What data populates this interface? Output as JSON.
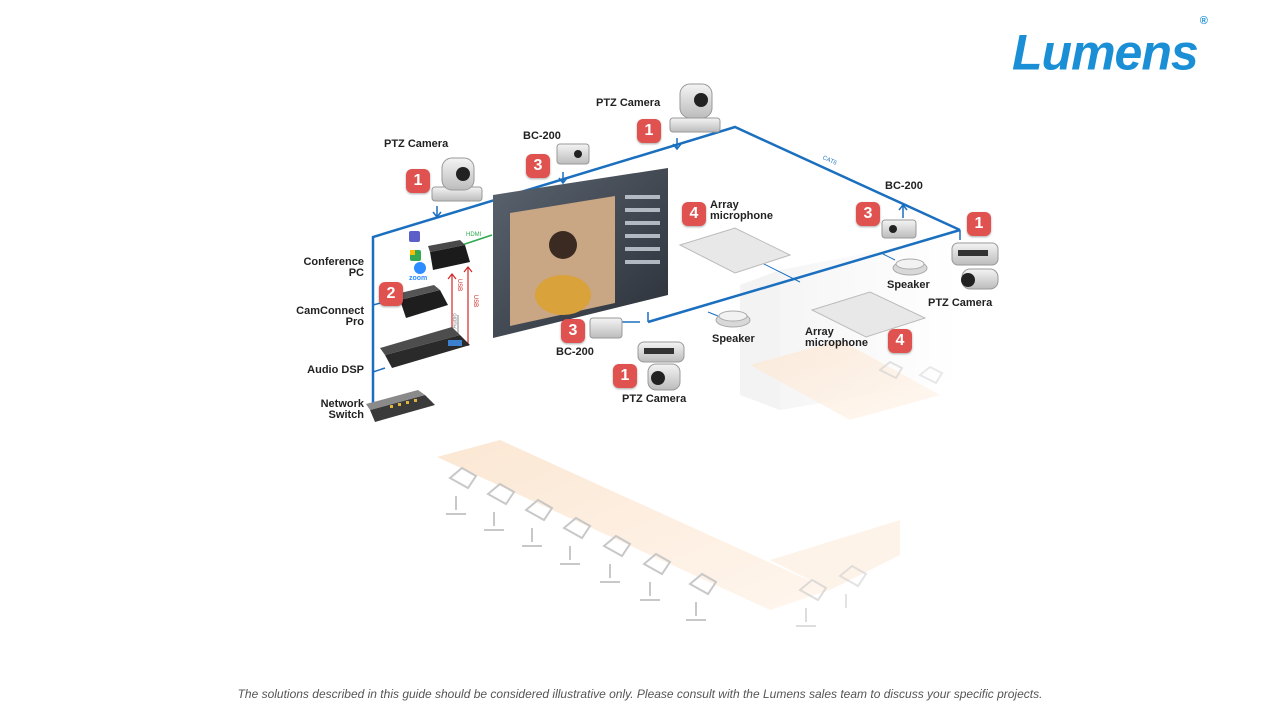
{
  "brand": {
    "name": "Lumens",
    "trademark": "®",
    "color": "#1a8fd6"
  },
  "colors": {
    "cable_network": "#1b6fbf",
    "cable_usb": "#d42525",
    "cable_hdmi": "#2fa84f",
    "badge": "#e0524f"
  },
  "labels": {
    "ptz_camera_left": "PTZ Camera",
    "ptz_camera_top": "PTZ Camera",
    "ptz_camera_right": "PTZ Camera",
    "ptz_camera_bottom": "PTZ Camera",
    "bc200_top": "BC-200",
    "bc200_right": "BC-200",
    "bc200_bottom": "BC-200",
    "array_mic_top": "Array\nmicrophone",
    "array_mic_bottom": "Array\nmicrophone",
    "speaker_right": "Speaker",
    "speaker_middle": "Speaker",
    "conference_pc": "Conference\nPC",
    "camconnect_pro": "CamConnect\nPro",
    "audio_dsp": "Audio DSP",
    "network_switch": "Network\nSwitch"
  },
  "badges": {
    "ptz": "1",
    "camconnect": "2",
    "bc200": "3",
    "array_mic": "4"
  },
  "cable_labels": {
    "hdmi": "HDMI",
    "cat6": "CAT6",
    "usb": "USB",
    "audio": "Audio"
  },
  "app_icons": [
    "teams-icon",
    "meet-icon",
    "zoom-icon"
  ],
  "zoom_label": "zoom",
  "disclaimer": "The solutions described in this guide should be considered illustrative only. Please consult with the Lumens sales team to discuss your specific projects."
}
